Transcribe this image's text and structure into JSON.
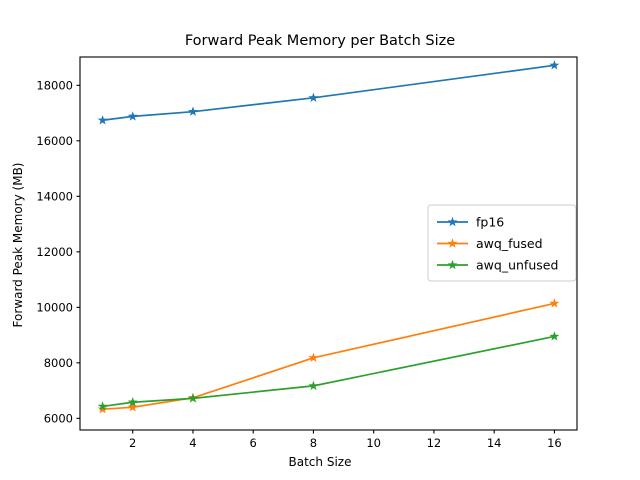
{
  "chart_data": {
    "type": "line",
    "title": "Forward Peak Memory per Batch Size",
    "xlabel": "Batch Size",
    "ylabel": "Forward Peak Memory (MB)",
    "x": [
      1,
      2,
      4,
      8,
      16
    ],
    "xlim": [
      0.25,
      16.75
    ],
    "ylim": [
      5580,
      19020
    ],
    "xticks": [
      2,
      4,
      6,
      8,
      10,
      12,
      14,
      16
    ],
    "xticklabels": [
      "2",
      "4",
      "6",
      "8",
      "10",
      "12",
      "14",
      "16"
    ],
    "yticks": [
      6000,
      8000,
      10000,
      12000,
      14000,
      16000,
      18000
    ],
    "yticklabels": [
      "6000",
      "8000",
      "10000",
      "12000",
      "14000",
      "16000",
      "18000"
    ],
    "grid": false,
    "marker": "star",
    "legend_position": "center-right",
    "series": [
      {
        "name": "fp16",
        "color": "#1f77b4",
        "values": [
          16740,
          16880,
          17050,
          17550,
          18720
        ]
      },
      {
        "name": "awq_fused",
        "color": "#ff7f0e",
        "values": [
          6330,
          6400,
          6740,
          8180,
          10140
        ]
      },
      {
        "name": "awq_unfused",
        "color": "#2ca02c",
        "values": [
          6430,
          6580,
          6720,
          7170,
          8950
        ]
      }
    ]
  },
  "legend": {
    "entries": [
      "fp16",
      "awq_fused",
      "awq_unfused"
    ]
  }
}
